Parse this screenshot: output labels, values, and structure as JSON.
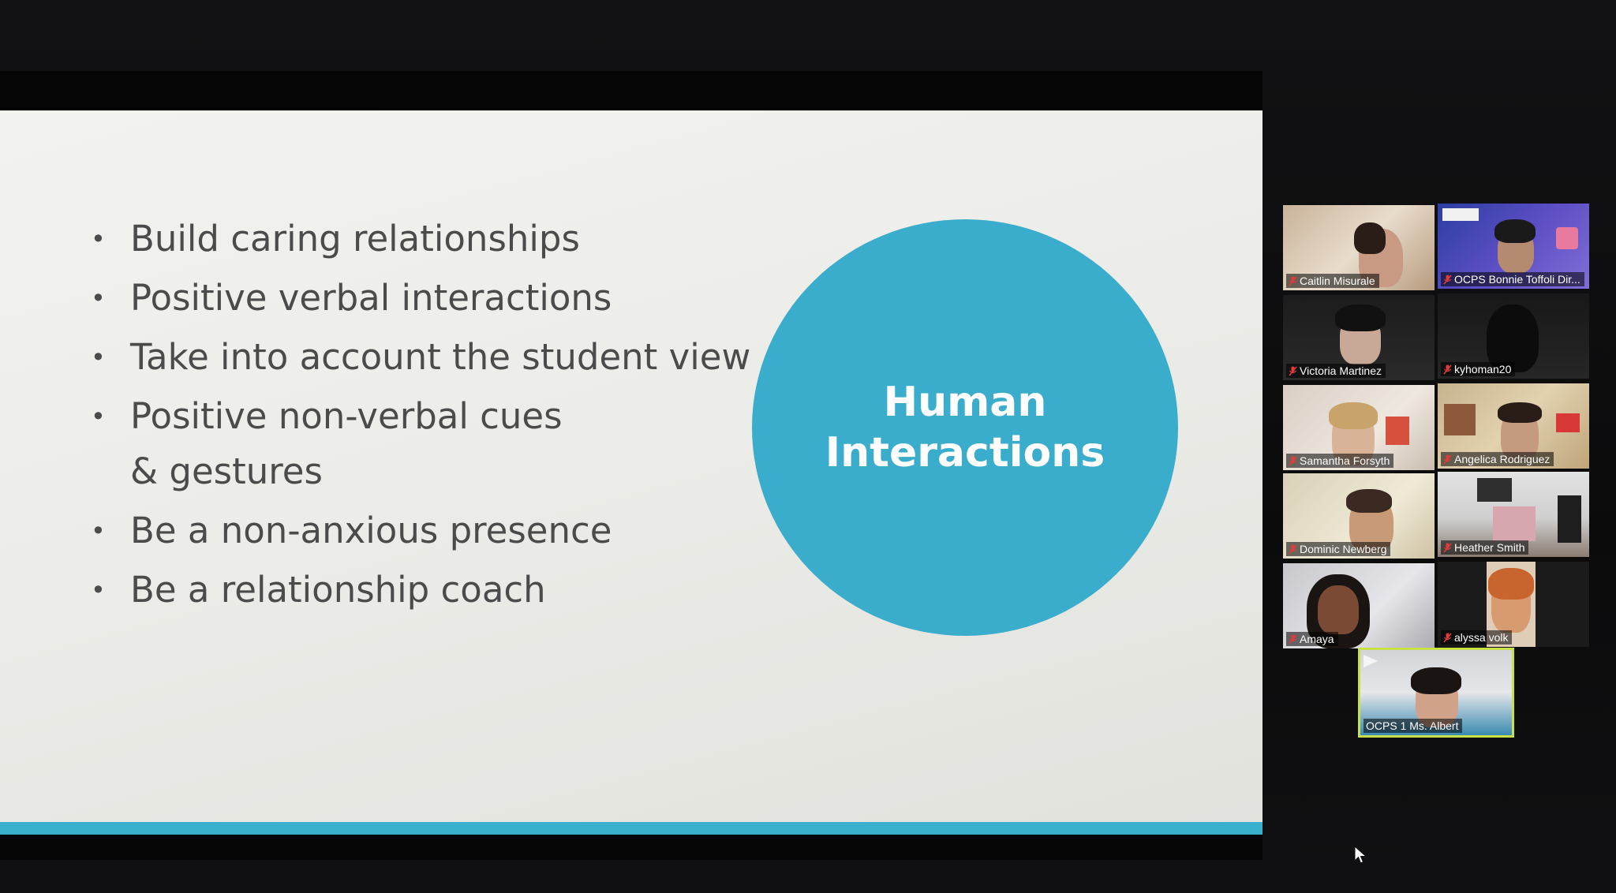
{
  "slide": {
    "bullets": [
      "Build caring relationships",
      "Positive verbal interactions",
      "Take into account the student view",
      "Positive non-verbal cues & gestures",
      "Be a non-anxious presence",
      "Be a relationship coach"
    ],
    "circle_title": "Human Interactions",
    "accent_color": "#3ab0cf",
    "circle_color": "#3aaccc"
  },
  "participants": [
    {
      "name": "Caitlin Misurale",
      "muted": true
    },
    {
      "name": "OCPS Bonnie Toffoli Dir...",
      "muted": true
    },
    {
      "name": "Victoria Martinez",
      "muted": true
    },
    {
      "name": "kyhoman20",
      "muted": true
    },
    {
      "name": "Samantha Forsyth",
      "muted": true
    },
    {
      "name": "Angelica Rodriguez",
      "muted": true
    },
    {
      "name": "Dominic Newberg",
      "muted": true
    },
    {
      "name": "Heather Smith",
      "muted": true
    },
    {
      "name": "Amaya",
      "muted": true
    },
    {
      "name": "alyssa volk",
      "muted": true
    },
    {
      "name": "OCPS 1 Ms. Albert",
      "muted": false,
      "active_speaker": true
    }
  ],
  "icons": {
    "muted": "mic-off-icon",
    "cursor": "mouse-pointer-icon"
  },
  "colors": {
    "muted_icon": "#e03a3a",
    "active_speaker_border": "#c8e04a"
  }
}
